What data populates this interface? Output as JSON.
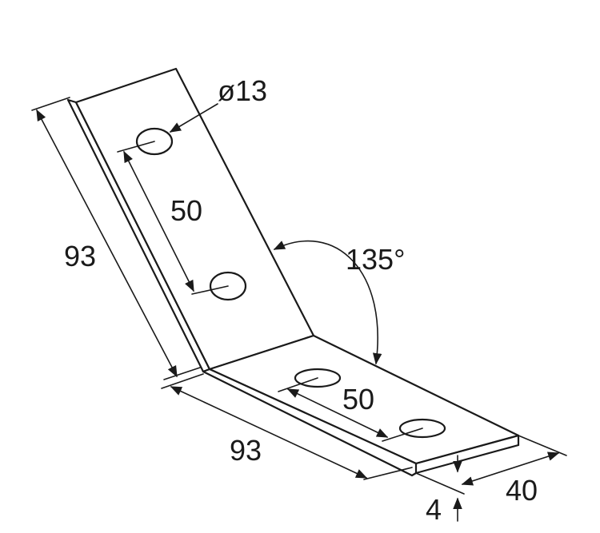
{
  "dimensions": {
    "hole_diameter": "ø13",
    "hole_spacing_upper": "50",
    "hole_spacing_lower": "50",
    "leg_length_upper": "93",
    "leg_length_lower": "93",
    "angle": "135°",
    "width": "40",
    "thickness": "4"
  }
}
